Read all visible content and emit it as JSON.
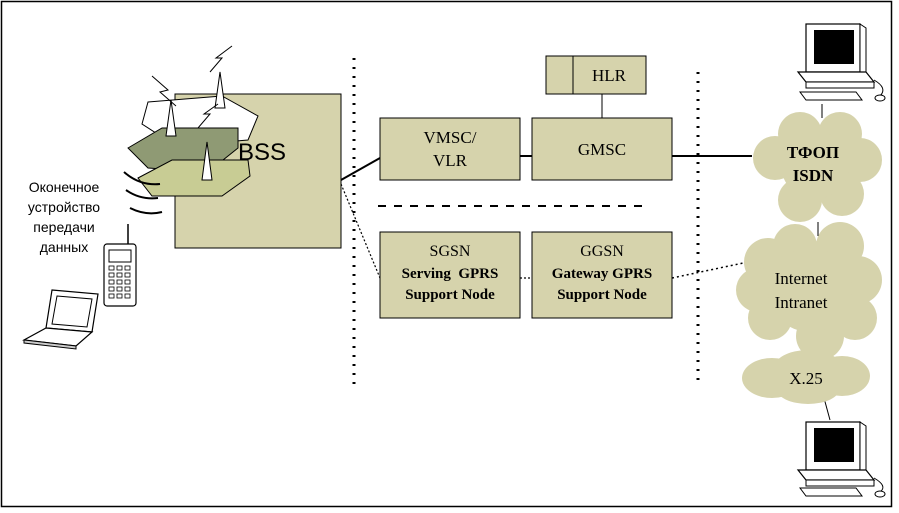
{
  "nodes": {
    "bss": {
      "label": "BSS"
    },
    "vmsc": {
      "line1": "VMSC/",
      "line2": "VLR"
    },
    "gmsc": {
      "label": "GMSC"
    },
    "hlr": {
      "label": "HLR"
    },
    "sgsn": {
      "line1": "SGSN",
      "line2": "Serving  GPRS",
      "line3": "Support Node"
    },
    "ggsn": {
      "line1": "GGSN",
      "line2": "Gateway GPRS",
      "line3": "Support Node"
    }
  },
  "clouds": {
    "pstn": {
      "line1": "ТФОП",
      "line2": "ISDN"
    },
    "internet": {
      "line1": "Internet",
      "line2": "Intranet"
    },
    "x25": {
      "label": "X.25"
    }
  },
  "terminal": {
    "line1": "Оконечное",
    "line2": "устройство",
    "line3": "передачи",
    "line4": "данных"
  },
  "icons": {
    "laptop": "laptop-icon",
    "phone": "mobile-phone-icon",
    "computer": "desktop-computer-icon",
    "tower": "antenna-tower-icon"
  },
  "colors": {
    "node_fill": "#d6d3ac",
    "cloud_fill": "#d6d3ac",
    "cell_dark": "#8f9a74",
    "cell_light": "#c8cc94",
    "line": "#000000"
  }
}
